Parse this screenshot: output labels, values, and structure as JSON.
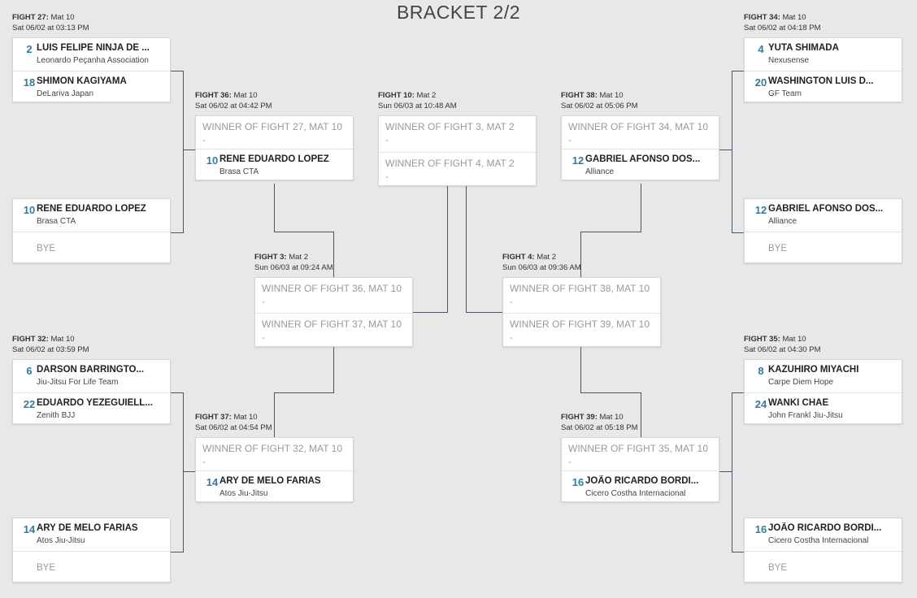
{
  "title": "BRACKET 2/2",
  "fights": {
    "f27": {
      "num": "FIGHT 27:",
      "mat": " Mat 10",
      "time": "Sat 06/02 at 03:13 PM",
      "top": {
        "seed": "2",
        "name": "LUIS FELIPE NINJA DE ...",
        "team": "Leonardo Peçanha Association"
      },
      "bottom": {
        "seed": "18",
        "name": "SHIMON KAGIYAMA",
        "team": "DeLariva Japan"
      }
    },
    "r10a": {
      "top": {
        "seed": "10",
        "name": "RENE EDUARDO LOPEZ",
        "team": "Brasa CTA"
      },
      "bye": "BYE"
    },
    "f32": {
      "num": "FIGHT 32:",
      "mat": " Mat 10",
      "time": "Sat 06/02 at 03:59 PM",
      "top": {
        "seed": "6",
        "name": "DARSON BARRINGTO...",
        "team": "Jiu-Jitsu For Life Team"
      },
      "bottom": {
        "seed": "22",
        "name": "EDUARDO YEZEGUIELL...",
        "team": "Zenith BJJ"
      }
    },
    "r14a": {
      "top": {
        "seed": "14",
        "name": "ARY DE MELO FARIAS",
        "team": "Atos Jiu-Jitsu"
      },
      "bye": "BYE"
    },
    "f36": {
      "num": "FIGHT 36:",
      "mat": " Mat 10",
      "time": "Sat 06/02 at 04:42 PM",
      "top": {
        "placeholder": "WINNER OF FIGHT 27, MAT 10",
        "dash": "-"
      },
      "bottom": {
        "seed": "10",
        "name": "RENE EDUARDO LOPEZ",
        "team": "Brasa CTA"
      }
    },
    "f37": {
      "num": "FIGHT 37:",
      "mat": " Mat 10",
      "time": "Sat 06/02 at 04:54 PM",
      "top": {
        "placeholder": "WINNER OF FIGHT 32, MAT 10",
        "dash": "-"
      },
      "bottom": {
        "seed": "14",
        "name": "ARY DE MELO FARIAS",
        "team": "Atos Jiu-Jitsu"
      }
    },
    "f3": {
      "num": "FIGHT 3:",
      "mat": " Mat 2",
      "time": "Sun 06/03 at 09:24 AM",
      "top": {
        "placeholder": "WINNER OF FIGHT 36, MAT 10",
        "dash": "-"
      },
      "bottom": {
        "placeholder": "WINNER OF FIGHT 37, MAT 10",
        "dash": "-"
      }
    },
    "f10": {
      "num": "FIGHT 10:",
      "mat": " Mat 2",
      "time": "Sun 06/03 at 10:48 AM",
      "top": {
        "placeholder": "WINNER OF FIGHT 3, MAT 2",
        "dash": "-"
      },
      "bottom": {
        "placeholder": "WINNER OF FIGHT 4, MAT 2",
        "dash": "-"
      }
    },
    "f4": {
      "num": "FIGHT 4:",
      "mat": " Mat 2",
      "time": "Sun 06/03 at 09:36 AM",
      "top": {
        "placeholder": "WINNER OF FIGHT 38, MAT 10",
        "dash": "-"
      },
      "bottom": {
        "placeholder": "WINNER OF FIGHT 39, MAT 10",
        "dash": "-"
      }
    },
    "f38": {
      "num": "FIGHT 38:",
      "mat": " Mat 10",
      "time": "Sat 06/02 at 05:06 PM",
      "top": {
        "placeholder": "WINNER OF FIGHT 34, MAT 10",
        "dash": "-"
      },
      "bottom": {
        "seed": "12",
        "name": "GABRIEL AFONSO DOS...",
        "team": "Alliance"
      }
    },
    "f39": {
      "num": "FIGHT 39:",
      "mat": " Mat 10",
      "time": "Sat 06/02 at 05:18 PM",
      "top": {
        "placeholder": "WINNER OF FIGHT 35, MAT 10",
        "dash": "-"
      },
      "bottom": {
        "seed": "16",
        "name": "JOÃO RICARDO BORDI...",
        "team": "Cicero Costha Internacional"
      }
    },
    "f34": {
      "num": "FIGHT 34:",
      "mat": " Mat 10",
      "time": "Sat 06/02 at 04:18 PM",
      "top": {
        "seed": "4",
        "name": "YUTA SHIMADA",
        "team": "Nexusense"
      },
      "bottom": {
        "seed": "20",
        "name": "WASHINGTON LUIS D...",
        "team": "GF Team"
      }
    },
    "r12a": {
      "top": {
        "seed": "12",
        "name": "GABRIEL AFONSO DOS...",
        "team": "Alliance"
      },
      "bye": "BYE"
    },
    "f35": {
      "num": "FIGHT 35:",
      "mat": " Mat 10",
      "time": "Sat 06/02 at 04:30 PM",
      "top": {
        "seed": "8",
        "name": "KAZUHIRO MIYACHI",
        "team": "Carpe Diem Hope"
      },
      "bottom": {
        "seed": "24",
        "name": "WANKI CHAE",
        "team": "John Frankl Jiu-Jitsu"
      }
    },
    "r16a": {
      "top": {
        "seed": "16",
        "name": "JOÃO RICARDO BORDI...",
        "team": "Cicero Costha Internacional"
      },
      "bye": "BYE"
    }
  },
  "colors": {
    "seed": "#2f7d9e",
    "line": "#4a5662",
    "background": "#e8e8e8"
  }
}
